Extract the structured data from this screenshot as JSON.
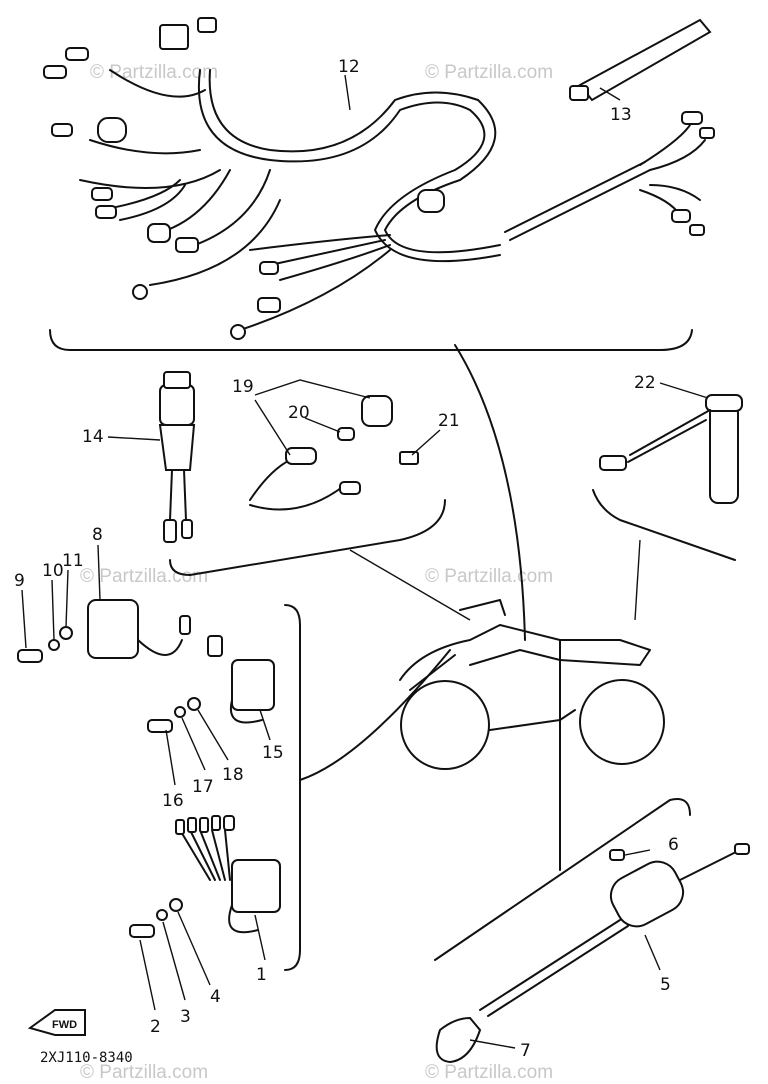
{
  "diagram": {
    "callouts": [
      "1",
      "2",
      "3",
      "4",
      "5",
      "6",
      "7",
      "8",
      "9",
      "10",
      "11",
      "12",
      "13",
      "14",
      "15",
      "16",
      "17",
      "18",
      "19",
      "20",
      "21",
      "22"
    ],
    "watermark": "© Partzilla.com",
    "code": "2XJ110-8340",
    "fwd_label": "FWD"
  }
}
